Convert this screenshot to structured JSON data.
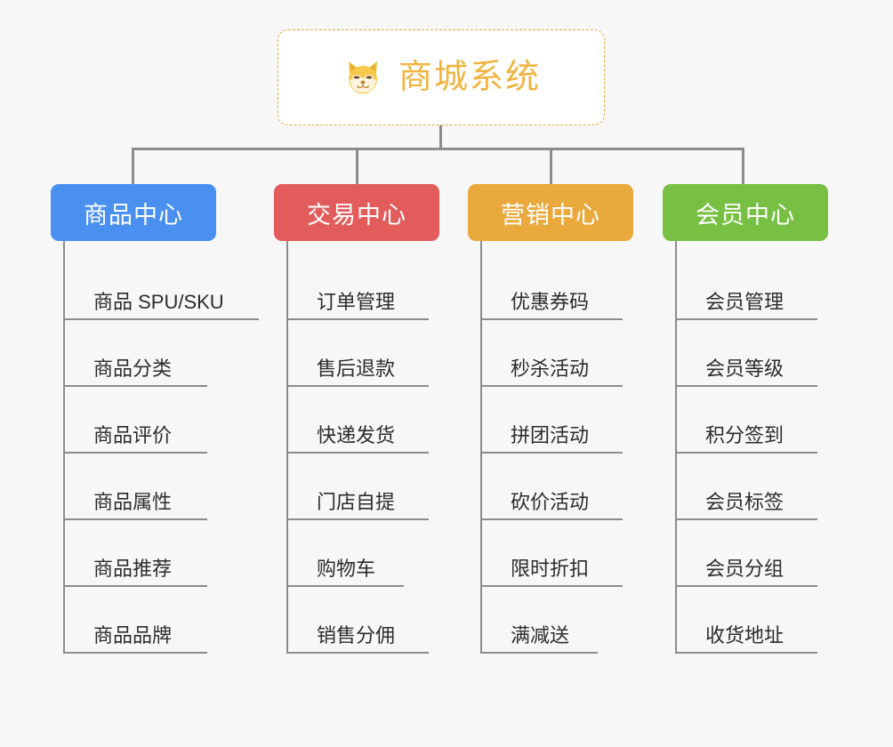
{
  "diagram": {
    "title": "商城系统",
    "root": {
      "label": "商城系统",
      "icon": "shiba-dog-face-icon",
      "text_color": "#f0b441",
      "border_color": "#e8ab3e",
      "background": "#ffffff"
    },
    "background_color": "#f7f7f7",
    "connector_color": "#8c8c8c",
    "columns": [
      {
        "id": "product-center",
        "label": "商品中心",
        "color": "#4a90f0",
        "items": [
          "商品 SPU/SKU",
          "商品分类",
          "商品评价",
          "商品属性",
          "商品推荐",
          "商品品牌"
        ]
      },
      {
        "id": "trade-center",
        "label": "交易中心",
        "color": "#e35c5c",
        "items": [
          "订单管理",
          "售后退款",
          "快递发货",
          "门店自提",
          "购物车",
          "销售分佣"
        ]
      },
      {
        "id": "marketing-center",
        "label": "营销中心",
        "color": "#eaa93d",
        "items": [
          "优惠券码",
          "秒杀活动",
          "拼团活动",
          "砍价活动",
          "限时折扣",
          "满减送"
        ]
      },
      {
        "id": "member-center",
        "label": "会员中心",
        "color": "#77c043",
        "items": [
          "会员管理",
          "会员等级",
          "积分签到",
          "会员标签",
          "会员分组",
          "收货地址"
        ]
      }
    ]
  }
}
